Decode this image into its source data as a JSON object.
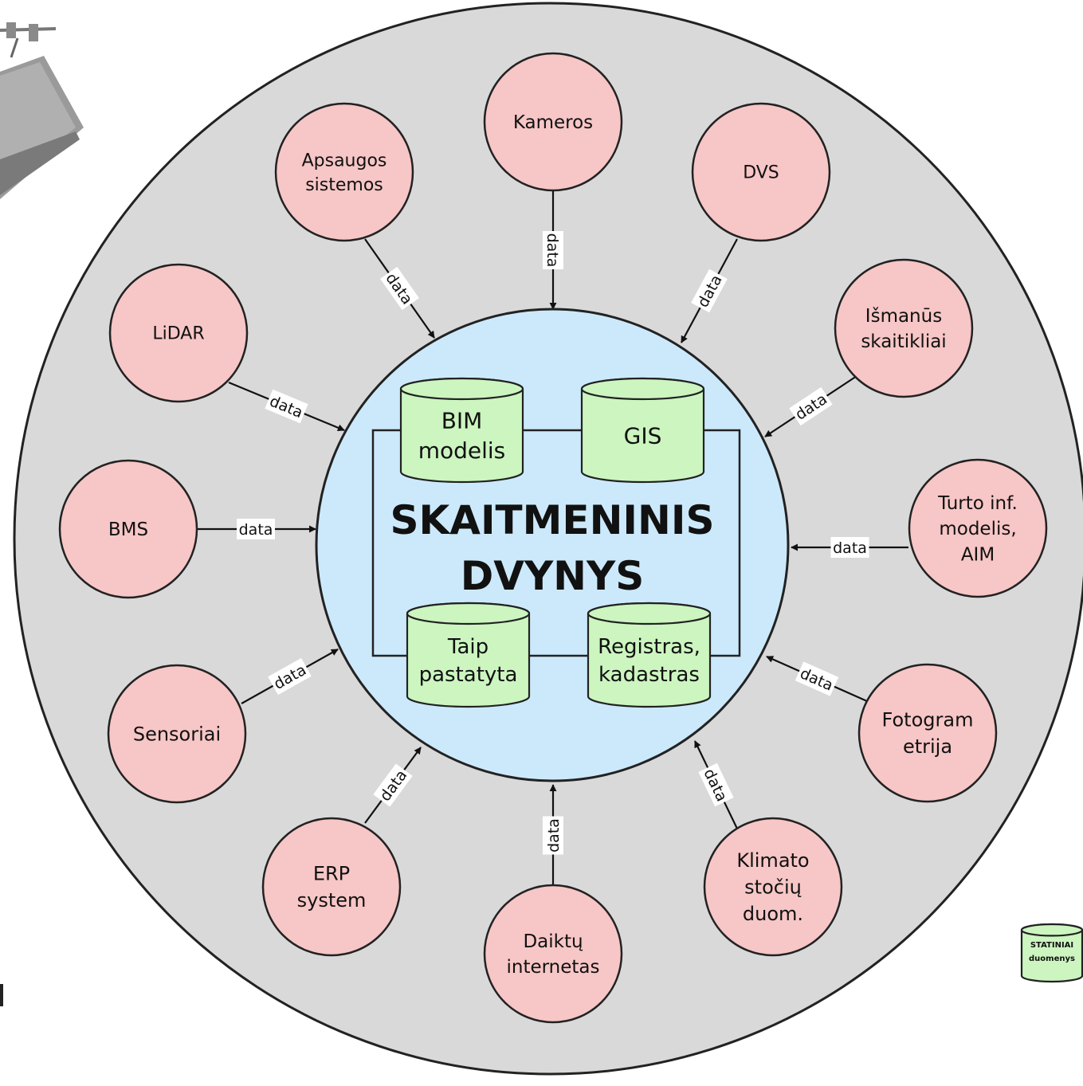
{
  "title": {
    "line1": "SKAITMENINIS",
    "line2": "DVYNYS"
  },
  "edge_label": "data",
  "colors": {
    "outer_ring": "#d9d9d9",
    "core": "#cce9fb",
    "source_node": "#f7c6c6",
    "database": "#ccf5c0",
    "stroke": "#222222"
  },
  "databases": [
    {
      "id": "bim",
      "lines": [
        "BIM",
        "modelis"
      ]
    },
    {
      "id": "gis",
      "lines": [
        "GIS"
      ]
    },
    {
      "id": "as-built",
      "lines": [
        "Taip",
        "pastatyta"
      ]
    },
    {
      "id": "registry",
      "lines": [
        "Registras,",
        "kadastras"
      ]
    }
  ],
  "sources": [
    {
      "id": "cameras",
      "lines": [
        "Kameros"
      ]
    },
    {
      "id": "dvs",
      "lines": [
        "DVS"
      ]
    },
    {
      "id": "smart-meters",
      "lines": [
        "Išmanūs",
        "skaitikliai"
      ]
    },
    {
      "id": "aim",
      "lines": [
        "Turto inf.",
        "modelis,",
        "AIM"
      ]
    },
    {
      "id": "photogrammetry",
      "lines": [
        "Fotogram",
        "etrija"
      ]
    },
    {
      "id": "climate",
      "lines": [
        "Klimato",
        "stočių",
        "duom."
      ]
    },
    {
      "id": "iot",
      "lines": [
        "Daiktų",
        "internetas"
      ]
    },
    {
      "id": "erp",
      "lines": [
        "ERP",
        "system"
      ]
    },
    {
      "id": "sensors",
      "lines": [
        "Sensoriai"
      ]
    },
    {
      "id": "bms",
      "lines": [
        "BMS"
      ]
    },
    {
      "id": "lidar",
      "lines": [
        "LiDAR"
      ]
    },
    {
      "id": "security",
      "lines": [
        "Apsaugos",
        "sistemos"
      ]
    }
  ],
  "legend": {
    "lines": [
      "STATINIAI",
      "duomenys"
    ]
  }
}
